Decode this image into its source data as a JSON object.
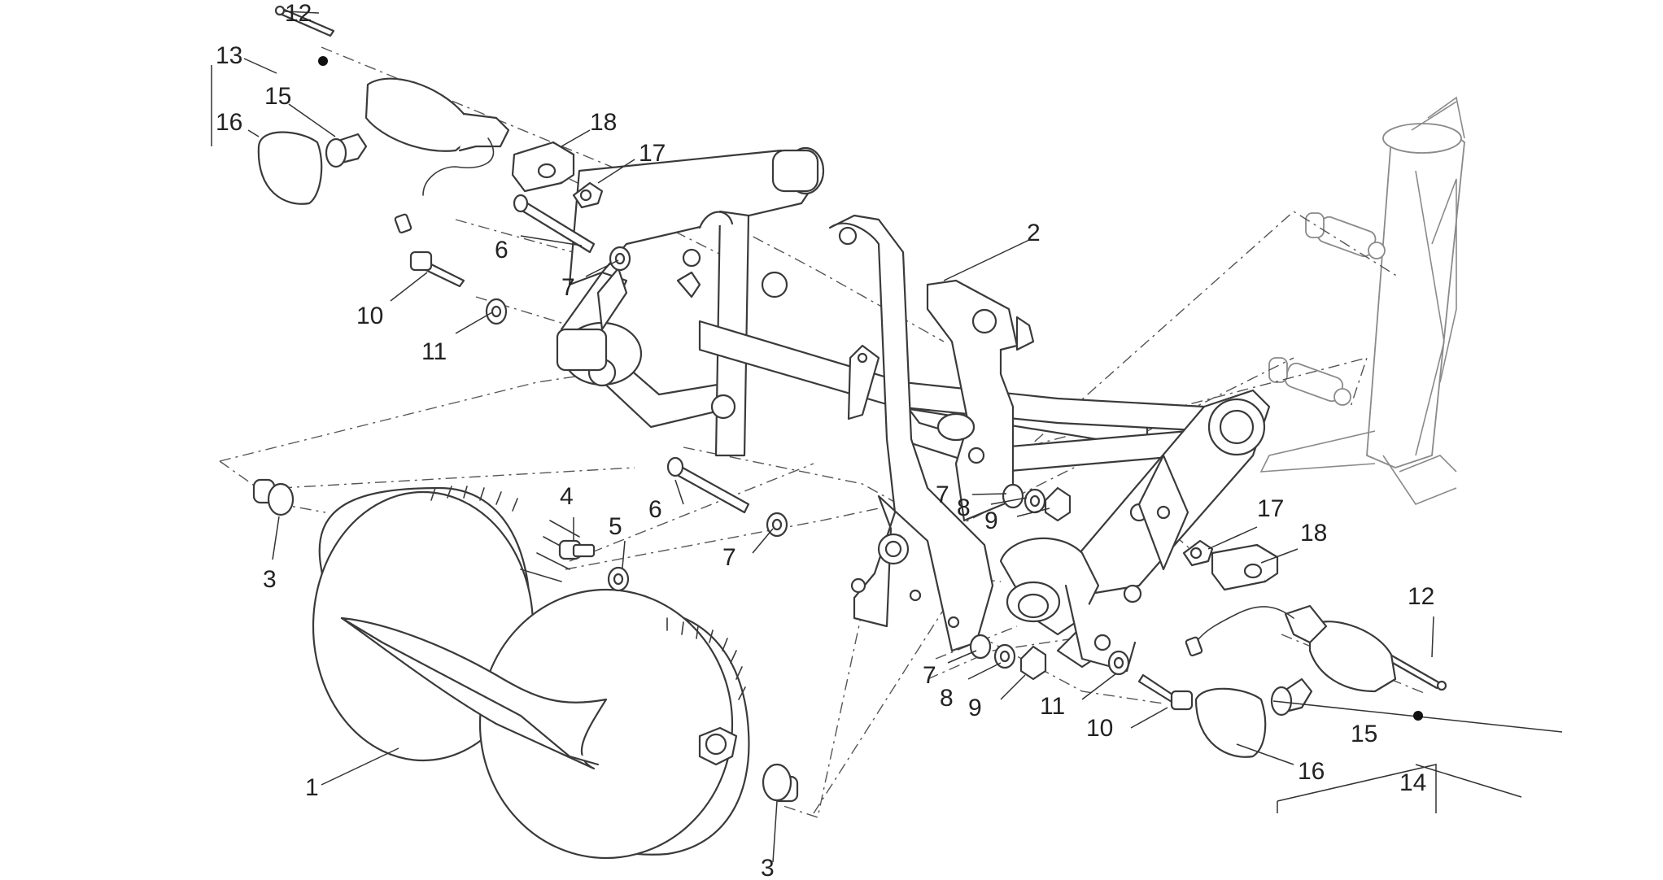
{
  "diagram": {
    "callouts": [
      {
        "id": "c12a",
        "text": "12"
      },
      {
        "id": "c13",
        "text": "13"
      },
      {
        "id": "c15a",
        "text": "15"
      },
      {
        "id": "c16a",
        "text": "16"
      },
      {
        "id": "c18a",
        "text": "18"
      },
      {
        "id": "c17a",
        "text": "17"
      },
      {
        "id": "c6a",
        "text": "6"
      },
      {
        "id": "c7a",
        "text": "7"
      },
      {
        "id": "c10a",
        "text": "10"
      },
      {
        "id": "c11a",
        "text": "11"
      },
      {
        "id": "c2",
        "text": "2"
      },
      {
        "id": "c3a",
        "text": "3"
      },
      {
        "id": "c4",
        "text": "4"
      },
      {
        "id": "c5",
        "text": "5"
      },
      {
        "id": "c6b",
        "text": "6"
      },
      {
        "id": "c7b",
        "text": "7"
      },
      {
        "id": "c7c",
        "text": "7"
      },
      {
        "id": "c8a",
        "text": "8"
      },
      {
        "id": "c9a",
        "text": "9"
      },
      {
        "id": "c17b",
        "text": "17"
      },
      {
        "id": "c18b",
        "text": "18"
      },
      {
        "id": "c12b",
        "text": "12"
      },
      {
        "id": "c7d",
        "text": "7"
      },
      {
        "id": "c8b",
        "text": "8"
      },
      {
        "id": "c9b",
        "text": "9"
      },
      {
        "id": "c11b",
        "text": "11"
      },
      {
        "id": "c10b",
        "text": "10"
      },
      {
        "id": "c15b",
        "text": "15"
      },
      {
        "id": "c16b",
        "text": "16"
      },
      {
        "id": "c14",
        "text": "14"
      },
      {
        "id": "c1",
        "text": "1"
      },
      {
        "id": "c3b",
        "text": "3"
      }
    ]
  }
}
